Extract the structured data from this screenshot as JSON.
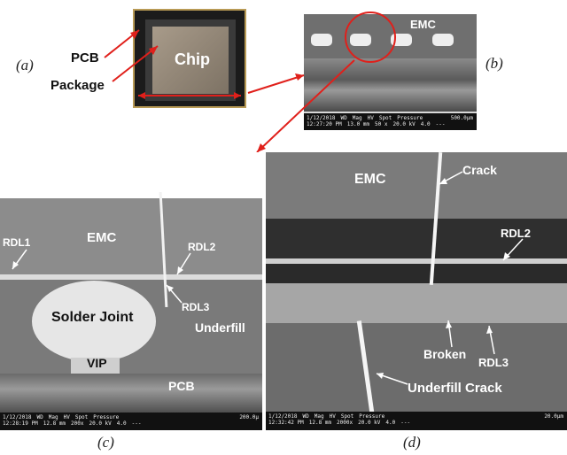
{
  "panel_labels": {
    "a": "(a)",
    "b": "(b)",
    "c": "(c)",
    "d": "(d)"
  },
  "panel_a": {
    "chip": "Chip",
    "pcb": "PCB",
    "package": "Package"
  },
  "panel_b": {
    "emc": "EMC",
    "footer": {
      "date": "1/12/2018",
      "time": "12:27:20 PM",
      "wd": "13.0 mm",
      "mag": "50 x",
      "hv": "20.0 kV",
      "spot": "4.0",
      "pressure": "---",
      "scale": "500.0μm"
    }
  },
  "panel_c": {
    "emc": "EMC",
    "rdl1": "RDL1",
    "rdl2": "RDL2",
    "rdl3": "RDL3",
    "solder_joint": "Solder Joint",
    "underfill": "Underfill",
    "vip": "VIP",
    "pcb": "PCB",
    "footer": {
      "date": "1/12/2018",
      "time": "12:28:19 PM",
      "wd": "12.8 mm",
      "mag": "200x",
      "hv": "20.0 kV",
      "spot": "4.0",
      "pressure": "---",
      "scale": "200.0μ"
    }
  },
  "panel_d": {
    "emc": "EMC",
    "crack": "Crack",
    "rdl2": "RDL2",
    "broken": "Broken",
    "rdl3": "RDL3",
    "underfill_crack": "Underfill Crack",
    "footer": {
      "date": "1/12/2018",
      "time": "12:32:42 PM",
      "wd": "12.8 mm",
      "mag": "2000x",
      "hv": "20.0 kV",
      "spot": "4.0",
      "pressure": "---",
      "scale": "20.0μm"
    }
  },
  "footer_headers": {
    "wd": "WD",
    "mag": "Mag",
    "hv": "HV",
    "spot": "Spot",
    "pressure": "Pressure"
  },
  "colors": {
    "arrow": "#e0201b",
    "sem_dark": "#2a2a2a",
    "emc": "#8a8a8a",
    "solder": "#e6e6e6"
  }
}
